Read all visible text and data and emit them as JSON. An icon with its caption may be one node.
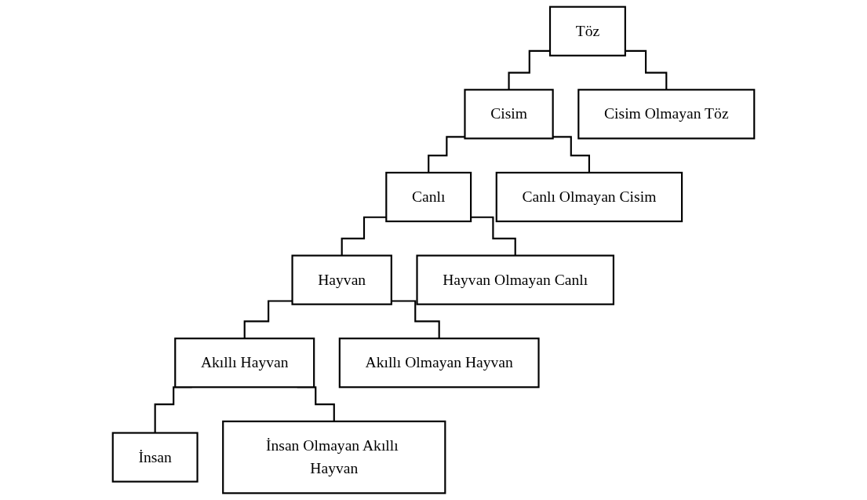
{
  "diagram": {
    "nodes": [
      {
        "text": [
          "Töz"
        ]
      },
      {
        "text": [
          "Cisim"
        ]
      },
      {
        "text": [
          "Cisim Olmayan Töz"
        ]
      },
      {
        "text": [
          "Canlı"
        ]
      },
      {
        "text": [
          "Canlı Olmayan Cisim"
        ]
      },
      {
        "text": [
          "Hayvan"
        ]
      },
      {
        "text": [
          "Hayvan Olmayan Canlı"
        ]
      },
      {
        "text": [
          "Akıllı Hayvan"
        ]
      },
      {
        "text": [
          "Akıllı Olmayan Hayvan"
        ]
      },
      {
        "text": [
          "İnsan"
        ]
      },
      {
        "text": [
          "İnsan Olmayan Akıllı Hayvan"
        ]
      }
    ],
    "edges": [
      {
        "from": 0,
        "to": 1,
        "arrow": "none"
      },
      {
        "from": 0,
        "to": 2,
        "arrow": "none"
      },
      {
        "from": 1,
        "to": 3,
        "arrow": "none"
      },
      {
        "from": 1,
        "to": 4,
        "arrow": "none"
      },
      {
        "from": 3,
        "to": 5,
        "arrow": "none"
      },
      {
        "from": 3,
        "to": 6,
        "arrow": "none"
      },
      {
        "from": 5,
        "to": 7,
        "arrow": "none"
      },
      {
        "from": 5,
        "to": 8,
        "arrow": "none"
      },
      {
        "from": 7,
        "to": 9,
        "arrow": "none"
      },
      {
        "from": 7,
        "to": 10,
        "arrow": "none"
      }
    ]
  }
}
